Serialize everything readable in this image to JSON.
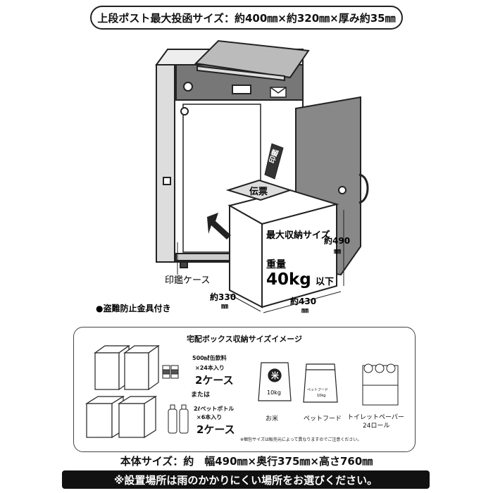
{
  "header": {
    "title": "上段ポスト最大投函サイズ：約400㎜×約320㎜×厚み約35㎜"
  },
  "illustration": {
    "seal_case_tube": "印鑑",
    "slip": "伝票",
    "box_max": "最大収納サイズ",
    "weight_label": "重量",
    "weight_value": "40kg",
    "weight_suffix": "以下",
    "height_dim": "約490",
    "height_unit": "㎜",
    "depth_dim": "約330",
    "depth_unit": "㎜",
    "width_dim": "約430",
    "width_unit": "㎜",
    "seal_case_label": "印鑑ケース",
    "anti_theft": "●盗難防止金具付き"
  },
  "panel": {
    "title": "宅配ボックス収納サイズイメージ",
    "cans_line1": "500㎖缶飲料",
    "cans_line2": "×24本入り",
    "cans_cases": "2ケース",
    "or": "または",
    "bottles_line1": "2ℓペットボトル",
    "bottles_line2": "×6本入り",
    "bottles_cases": "2ケース",
    "rice_char": "米",
    "rice_weight": "10kg",
    "rice_label": "お米",
    "petfood_bag": "ペットフード",
    "petfood_bag_weight": "10kg",
    "petfood_label": "ペットフード",
    "toilet_label1": "トイレットペーパー",
    "toilet_label2": "24ロール",
    "note": "※梱包サイズは販売元によって異なりますのでご注意ください。"
  },
  "footer": {
    "body_size": "本体サイズ：約　幅490㎜×奥行375㎜×高さ760㎜",
    "notice": "※設置場所は雨のかかりにくい場所をお選びください。"
  }
}
